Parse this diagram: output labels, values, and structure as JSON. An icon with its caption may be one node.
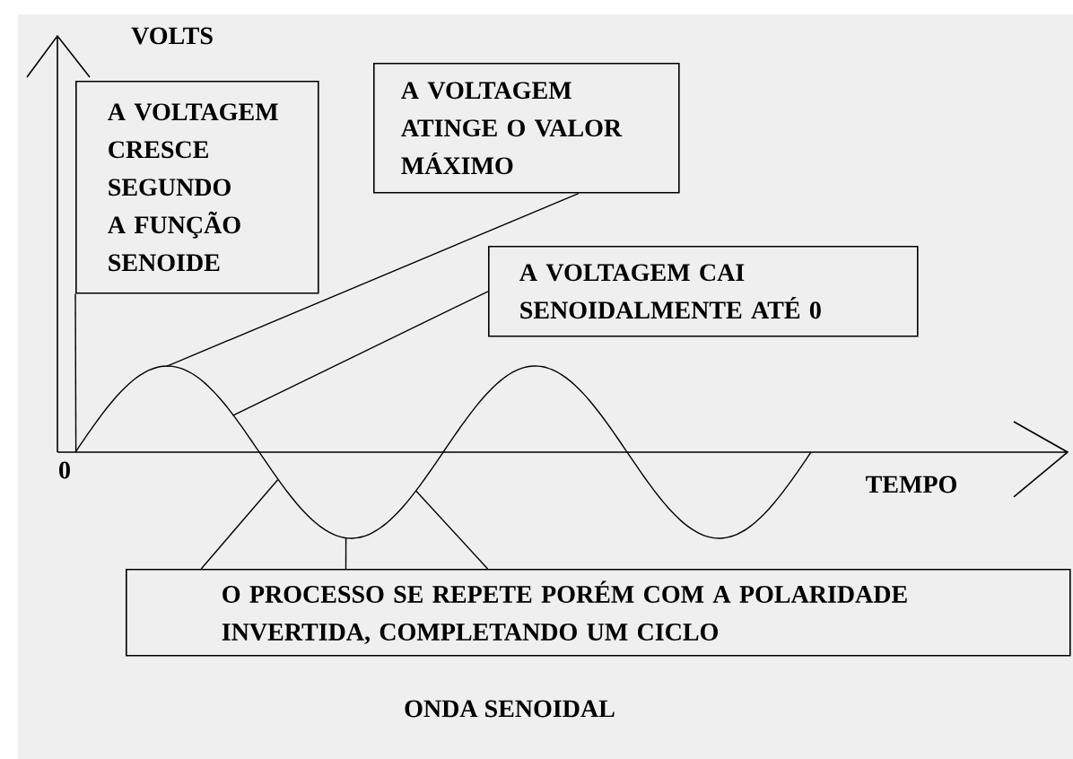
{
  "diagram": {
    "caption": "ONDA SENOIDAL",
    "nodes": [
      {
        "text": [
          "A VOLTAGEM CRESCE SEGUNDO A FUNÇÃO SENOIDE"
        ]
      },
      {
        "text": [
          "A VOLTAGEM ATINGE O VALOR MÁXIMO"
        ]
      },
      {
        "text": [
          "A VOLTAGEM CAI SENOIDALMENTE ATÉ 0"
        ]
      },
      {
        "text": [
          "O PROCESSO SE REPETE PORÉM COM A POLARIDADE INVERTIDA, COMPLETANDO UM CICLO"
        ]
      },
      {
        "text": [],
        "shape": "curve"
      }
    ],
    "edges": [
      {
        "from": 0,
        "to": 4,
        "arrow": "none"
      },
      {
        "from": 1,
        "to": 4,
        "arrow": "none"
      },
      {
        "from": 2,
        "to": 4,
        "arrow": "none"
      },
      {
        "from": 3,
        "to": 4,
        "arrow": "none"
      },
      {
        "from": 3,
        "to": 4,
        "arrow": "none"
      },
      {
        "from": 3,
        "to": 4,
        "arrow": "none"
      }
    ],
    "labels": [
      "VOLTS",
      "0",
      "TEMPO"
    ]
  }
}
